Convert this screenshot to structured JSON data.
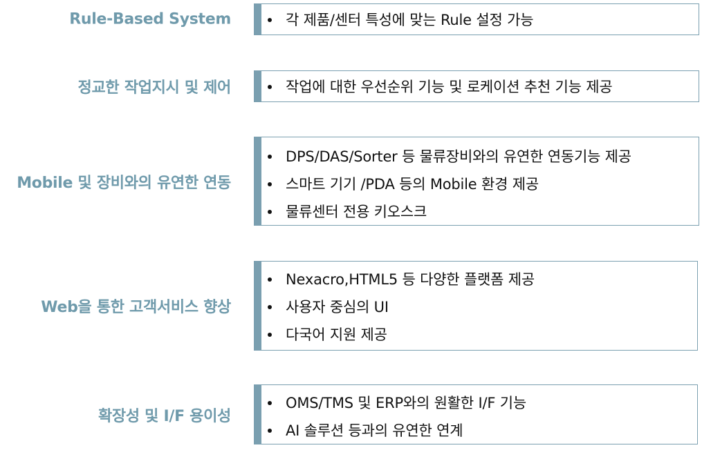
{
  "colors": {
    "title": "#6f9aab",
    "accent_bar": "#7a9fb0",
    "border": "#7a9fb0",
    "text": "#111111",
    "bullet": "#111111"
  },
  "features": [
    {
      "title": "Rule-Based System",
      "items": [
        "각 제품/센터 특성에 맞는 Rule 설정 가능"
      ]
    },
    {
      "title": "정교한 작업지시 및 제어",
      "items": [
        "작업에 대한 우선순위 기능 및 로케이션 추천 기능 제공"
      ]
    },
    {
      "title": "Mobile 및 장비와의 유연한 연동",
      "items": [
        "DPS/DAS/Sorter 등 물류장비와의 유연한 연동기능 제공",
        "스마트 기기 /PDA 등의 Mobile 환경 제공",
        "물류센터 전용 키오스크"
      ]
    },
    {
      "title": "Web을 통한 고객서비스 향상",
      "items": [
        "Nexacro,HTML5 등 다양한 플랫폼 제공",
        "사용자 중심의 UI",
        "다국어 지원 제공"
      ]
    },
    {
      "title": "확장성 및 I/F 용이성",
      "items": [
        "OMS/TMS 및 ERP와의 원활한 I/F 기능",
        "AI 솔루션 등과의 유연한 연계"
      ]
    }
  ]
}
